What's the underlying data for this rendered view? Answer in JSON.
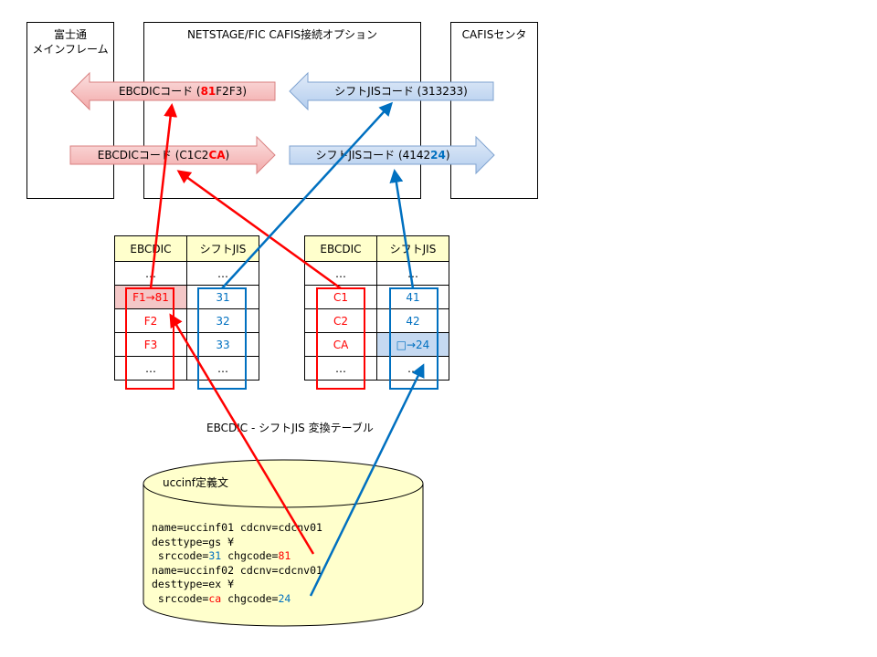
{
  "boxes": {
    "mainframe": {
      "line1": "富士通",
      "line2": "メインフレーム"
    },
    "netstage": {
      "title": "NETSTAGE/FIC CAFIS接続オプション"
    },
    "cafis": {
      "title": "CAFISセンタ"
    }
  },
  "arrows": {
    "ebcdic_top": {
      "prefix": "EBCDICコード (",
      "hi": "81",
      "suffix": "F2F3)"
    },
    "sjis_top": {
      "label": "シフトJISコード (313233)"
    },
    "ebcdic_bottom": {
      "prefix": "EBCDICコード (C1C2",
      "hi": "CA",
      "suffix": ")"
    },
    "sjis_bottom": {
      "prefix": "シフトJISコード (4142",
      "hi": "24",
      "suffix": ")"
    }
  },
  "tables": {
    "left": {
      "headers": [
        "EBCDIC",
        "シフトJIS"
      ],
      "rows": [
        [
          "…",
          "…"
        ],
        [
          "F1→81",
          "31"
        ],
        [
          "F2",
          "32"
        ],
        [
          "F3",
          "33"
        ],
        [
          "…",
          "…"
        ]
      ]
    },
    "right": {
      "headers": [
        "EBCDIC",
        "シフトJIS"
      ],
      "rows": [
        [
          "…",
          "…"
        ],
        [
          "C1",
          "41"
        ],
        [
          "C2",
          "42"
        ],
        [
          "CA",
          "□→24"
        ],
        [
          "…",
          "…"
        ]
      ]
    },
    "caption": "EBCDIC - シフトJIS  変換テーブル"
  },
  "definition": {
    "title": "uccinf定義文",
    "line1": "name=uccinf01 cdcnv=cdcnv01",
    "line2": "desttype=gs ¥",
    "line3_a": " srccode=",
    "line3_b": "31",
    "line3_c": " chgcode=",
    "line3_d": "81",
    "line4": "name=uccinf02 cdcnv=cdcnv01",
    "line5": "desttype=ex ¥",
    "line6_a": " srccode=",
    "line6_b": "ca",
    "line6_c": " chgcode=",
    "line6_d": "24"
  },
  "colors": {
    "red": "#ff0000",
    "blue": "#0070c0",
    "red_fill": "#f4c7c7",
    "blue_fill": "#c5d9f1",
    "cylinder_fill": "#ffffcc"
  }
}
